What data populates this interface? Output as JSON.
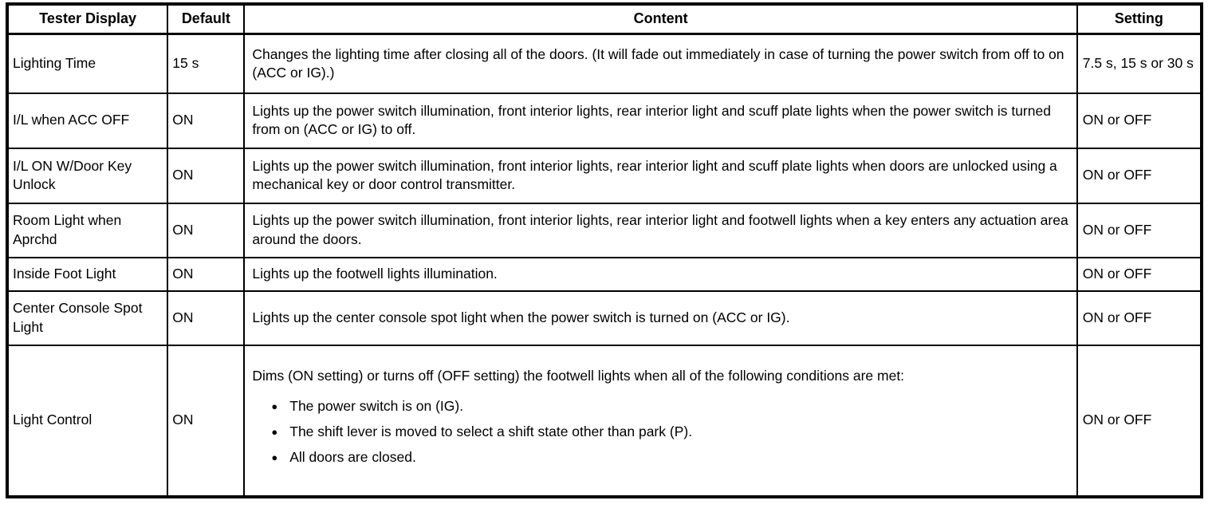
{
  "table": {
    "headers": {
      "tester_display": "Tester Display",
      "default": "Default",
      "content": "Content",
      "setting": "Setting"
    },
    "rows": [
      {
        "tester_display": "Lighting Time",
        "default_value": "15 s",
        "content": "Changes the lighting time after closing all of the doors. (It will fade out immediately in case of turning the power switch from off to on (ACC or IG).)",
        "bullets": [],
        "setting": "7.5 s, 15 s or 30 s"
      },
      {
        "tester_display": "I/L when ACC OFF",
        "default_value": "ON",
        "content": "Lights up the power switch illumination, front interior lights, rear interior light and scuff plate lights when the power switch is turned from on (ACC or IG) to off.",
        "bullets": [],
        "setting": "ON or OFF"
      },
      {
        "tester_display": "I/L ON W/Door Key Unlock",
        "default_value": "ON",
        "content": "Lights up the power switch illumination, front interior lights, rear interior light and scuff plate lights when doors are unlocked using a mechanical key or door control transmitter.",
        "bullets": [],
        "setting": "ON or OFF"
      },
      {
        "tester_display": "Room Light when Aprchd",
        "default_value": "ON",
        "content": "Lights up the power switch illumination, front interior lights, rear interior light and footwell lights when a key enters any actuation area around the doors.",
        "bullets": [],
        "setting": "ON or OFF"
      },
      {
        "tester_display": "Inside Foot Light",
        "default_value": "ON",
        "content": "Lights up the footwell lights illumination.",
        "bullets": [],
        "setting": "ON or OFF"
      },
      {
        "tester_display": "Center Console Spot Light",
        "default_value": "ON",
        "content": "Lights up the center console spot light when the power switch is turned on (ACC or IG).",
        "bullets": [],
        "setting": "ON or OFF"
      },
      {
        "tester_display": "Light Control",
        "default_value": "ON",
        "content": "Dims (ON setting) or turns off (OFF setting) the footwell lights when all of the following conditions are met:",
        "bullets": [
          "The power switch is on (IG).",
          "The shift lever is moved to select a shift state other than park (P).",
          "All doors are closed."
        ],
        "setting": "ON or OFF"
      }
    ],
    "bullet_glyph": "●",
    "colors": {
      "border": "#000000",
      "text": "#000000",
      "background": "#ffffff"
    }
  }
}
